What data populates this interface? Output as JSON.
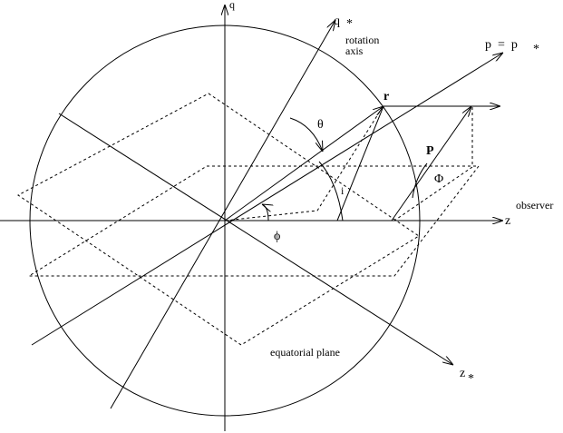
{
  "labels": {
    "q": "q",
    "q_star": "q",
    "q_star_sub": "*",
    "rotation": "rotation",
    "axis": "axis",
    "p_eq": "p  =  p",
    "p_eq_sub": "*",
    "r": "r",
    "theta": "θ",
    "P": "P",
    "Phi": "Φ",
    "i": "i",
    "phi": "ϕ",
    "z": "z",
    "observer": "observer",
    "equatorial_plane": "equatorial plane",
    "z_star": "z",
    "z_star_sub": "*"
  }
}
